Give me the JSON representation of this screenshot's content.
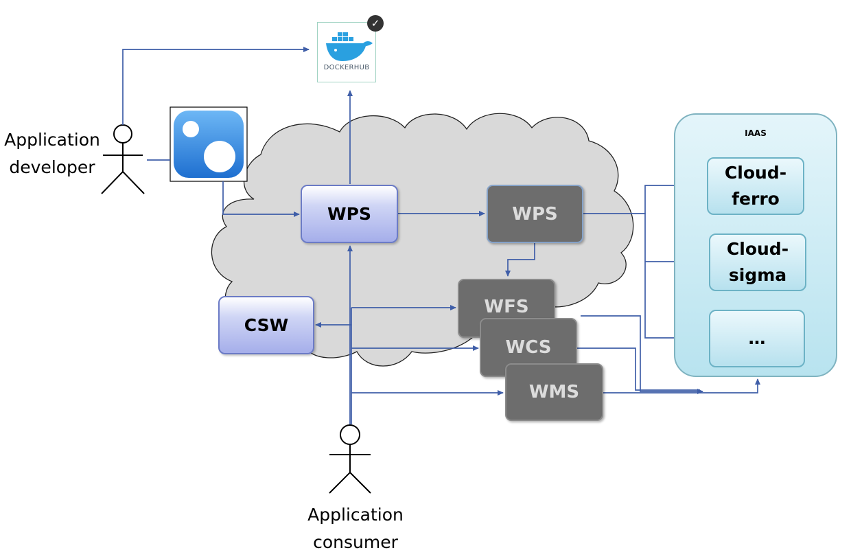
{
  "actors": {
    "developer": "Application\ndeveloper",
    "consumer": "Application\nconsumer"
  },
  "dockerhub": {
    "label": "DOCKERHUB"
  },
  "services": {
    "wps_main": "WPS",
    "wps_remote": "WPS",
    "csw": "CSW",
    "wfs": "WFS",
    "wcs": "WCS",
    "wms": "WMS"
  },
  "iaas": {
    "title": "IAAS",
    "providers": [
      "Cloud-\nferro",
      "Cloud-\nsigma",
      "…"
    ]
  },
  "colors": {
    "arrow": "#3f5ea8",
    "cloud_fill": "#d9d9d9",
    "blue_box_border": "#6b7bc6",
    "gray_box_fill": "#6d6d6d",
    "iaas_border": "#7fb3c0",
    "app_icon_blue": "#2f8ae6"
  },
  "icons": [
    "stick-figure-icon",
    "docker-whale-icon",
    "check-badge-icon",
    "app-bubbles-icon"
  ]
}
